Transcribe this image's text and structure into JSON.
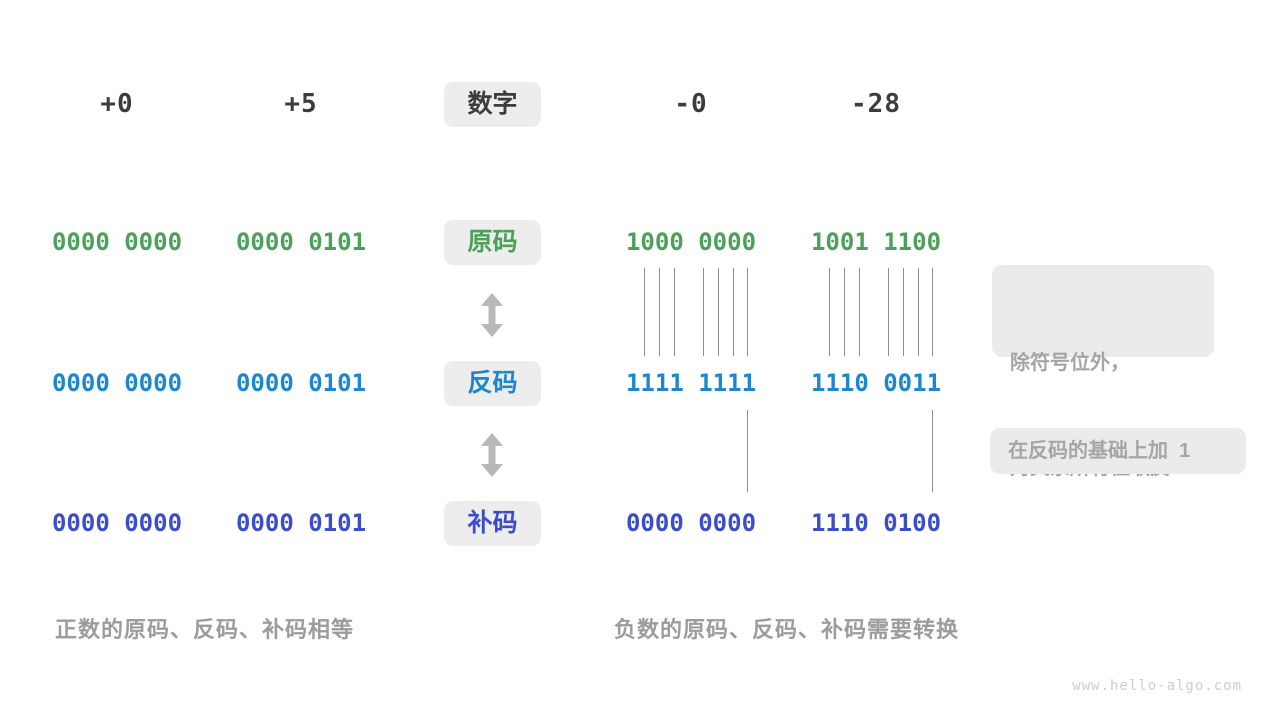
{
  "header": {
    "cols": [
      "+0",
      "+5",
      "-0",
      "-28"
    ],
    "center": "数字"
  },
  "rows": [
    {
      "label": "原码",
      "color": "#4DA05A",
      "values": [
        "0000 0000",
        "0000 0101",
        "1000 0000",
        "1001 1100"
      ]
    },
    {
      "label": "反码",
      "color": "#1B87CE",
      "values": [
        "0000 0000",
        "0000 0101",
        "1111 1111",
        "1110 0011"
      ]
    },
    {
      "label": "补码",
      "color": "#3B4DC9",
      "values": [
        "0000 0000",
        "0000 0101",
        "0000 0000",
        "1110 0100"
      ]
    }
  ],
  "annotations": [
    {
      "lines": [
        "除符号位外，",
        "对其余所有位取反"
      ]
    },
    {
      "lines": [
        "在反码的基础上加  1"
      ]
    }
  ],
  "captions": {
    "left": "正数的原码、反码、补码相等",
    "right": "负数的原码、反码、补码需要转换"
  },
  "watermark": "www.hello-algo.com",
  "colors": {
    "sign_magnitude": "#4DA05A",
    "ones_complement": "#1B87CE",
    "twos_complement": "#3B4DC9",
    "header_text": "#3C3C3C",
    "pill_background": "#EDEDED",
    "annotation_text": "#A5A5A5",
    "caption_text": "#9C9C9C",
    "arrow": "#B8B8B8",
    "connector_line": "#8F8F8F"
  }
}
